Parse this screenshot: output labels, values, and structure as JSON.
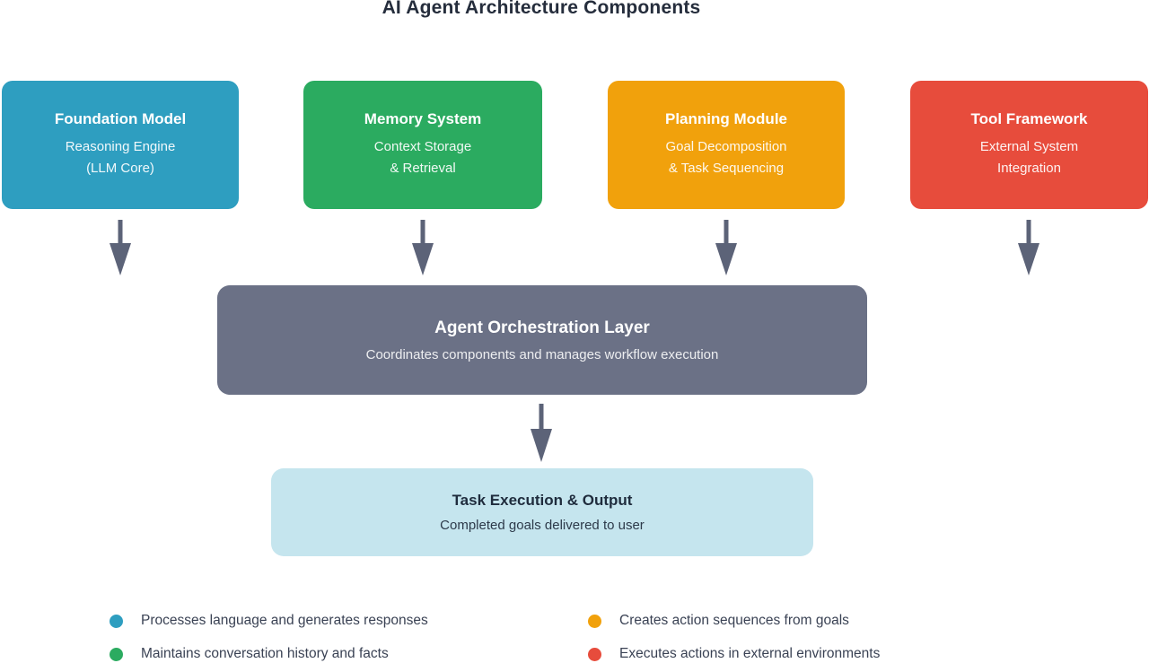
{
  "title": "AI Agent Architecture Components",
  "components": [
    {
      "title": "Foundation Model",
      "subtitle1": "Reasoning Engine",
      "subtitle2": "(LLM Core)",
      "color": "#2E9EC0"
    },
    {
      "title": "Memory System",
      "subtitle1": "Context Storage",
      "subtitle2": "& Retrieval",
      "color": "#2BAB60"
    },
    {
      "title": "Planning Module",
      "subtitle1": "Goal Decomposition",
      "subtitle2": "& Task Sequencing",
      "color": "#F1A10C"
    },
    {
      "title": "Tool Framework",
      "subtitle1": "External System",
      "subtitle2": "Integration",
      "color": "#E74C3C"
    }
  ],
  "orchestration": {
    "title": "Agent Orchestration Layer",
    "subtitle": "Coordinates components and manages workflow execution",
    "color": "#6B7186"
  },
  "output_box": {
    "title": "Task Execution & Output",
    "subtitle": "Completed goals delivered to user",
    "color": "#C5E5EE"
  },
  "legend": [
    {
      "label": "Processes language and generates responses",
      "color": "#2E9EC0"
    },
    {
      "label": "Maintains conversation history and facts",
      "color": "#2BAB60"
    },
    {
      "label": "Creates action sequences from goals",
      "color": "#F1A10C"
    },
    {
      "label": "Executes actions in external environments",
      "color": "#E74C3C"
    }
  ],
  "colors": {
    "arrow": "#5C6378",
    "title_text": "#252D3C"
  }
}
